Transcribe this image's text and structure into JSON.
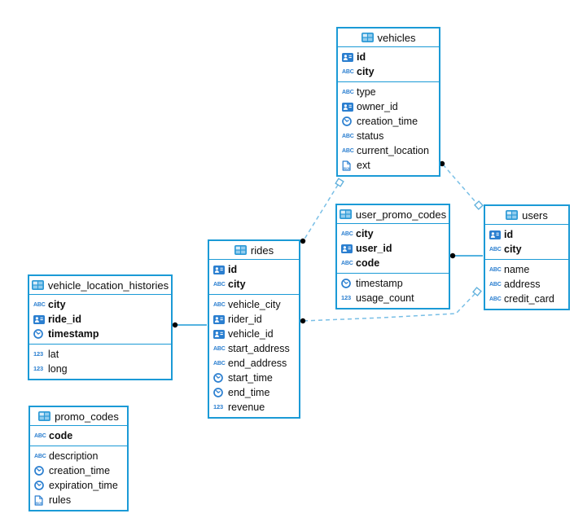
{
  "diagram": {
    "colors": {
      "table_border": "#1b9ad6",
      "icon_blue": "#2b7fd0",
      "table_icon_blue": "#2e9ad6",
      "dashed_relation": "#79bfe6",
      "solid_relation": "#1b9ad6",
      "relation_dot": "#000000",
      "relation_square_stroke": "#5fb0dc",
      "text": "#0d0d0d"
    },
    "tables": [
      {
        "id": "vehicles",
        "title": "vehicles",
        "key_fields": [
          {
            "icon": "user-id",
            "name": "id"
          },
          {
            "icon": "text",
            "name": "city"
          }
        ],
        "fields": [
          {
            "icon": "text",
            "name": "type"
          },
          {
            "icon": "user-id",
            "name": "owner_id"
          },
          {
            "icon": "time",
            "name": "creation_time"
          },
          {
            "icon": "text",
            "name": "status"
          },
          {
            "icon": "text",
            "name": "current_location"
          },
          {
            "icon": "json",
            "name": "ext"
          }
        ]
      },
      {
        "id": "user_promo_codes",
        "title": "user_promo_codes",
        "key_fields": [
          {
            "icon": "text",
            "name": "city"
          },
          {
            "icon": "user-id",
            "name": "user_id"
          },
          {
            "icon": "text",
            "name": "code"
          }
        ],
        "fields": [
          {
            "icon": "time",
            "name": "timestamp"
          },
          {
            "icon": "number",
            "name": "usage_count"
          }
        ]
      },
      {
        "id": "users",
        "title": "users",
        "key_fields": [
          {
            "icon": "user-id",
            "name": "id"
          },
          {
            "icon": "text",
            "name": "city"
          }
        ],
        "fields": [
          {
            "icon": "text",
            "name": "name"
          },
          {
            "icon": "text",
            "name": "address"
          },
          {
            "icon": "text",
            "name": "credit_card"
          }
        ]
      },
      {
        "id": "rides",
        "title": "rides",
        "key_fields": [
          {
            "icon": "user-id",
            "name": "id"
          },
          {
            "icon": "text",
            "name": "city"
          }
        ],
        "fields": [
          {
            "icon": "text",
            "name": "vehicle_city"
          },
          {
            "icon": "user-id",
            "name": "rider_id"
          },
          {
            "icon": "user-id",
            "name": "vehicle_id"
          },
          {
            "icon": "text",
            "name": "start_address"
          },
          {
            "icon": "text",
            "name": "end_address"
          },
          {
            "icon": "time",
            "name": "start_time"
          },
          {
            "icon": "time",
            "name": "end_time"
          },
          {
            "icon": "number",
            "name": "revenue"
          }
        ]
      },
      {
        "id": "vehicle_location_histories",
        "title": "vehicle_location_histories",
        "key_fields": [
          {
            "icon": "text",
            "name": "city"
          },
          {
            "icon": "user-id",
            "name": "ride_id"
          },
          {
            "icon": "time",
            "name": "timestamp"
          }
        ],
        "fields": [
          {
            "icon": "number",
            "name": "lat"
          },
          {
            "icon": "number",
            "name": "long"
          }
        ]
      },
      {
        "id": "promo_codes",
        "title": "promo_codes",
        "key_fields": [
          {
            "icon": "text",
            "name": "code"
          }
        ],
        "fields": [
          {
            "icon": "text",
            "name": "description"
          },
          {
            "icon": "time",
            "name": "creation_time"
          },
          {
            "icon": "time",
            "name": "expiration_time"
          },
          {
            "icon": "json",
            "name": "rules"
          }
        ]
      }
    ],
    "relations": [
      {
        "from": "vehicles",
        "to": "rides",
        "style": "dashed"
      },
      {
        "from": "vehicles",
        "to": "users",
        "style": "dashed"
      },
      {
        "from": "user_promo_codes",
        "to": "users",
        "style": "solid"
      },
      {
        "from": "rides",
        "to": "users",
        "style": "dashed"
      },
      {
        "from": "vehicle_location_histories",
        "to": "rides",
        "style": "solid"
      }
    ]
  }
}
